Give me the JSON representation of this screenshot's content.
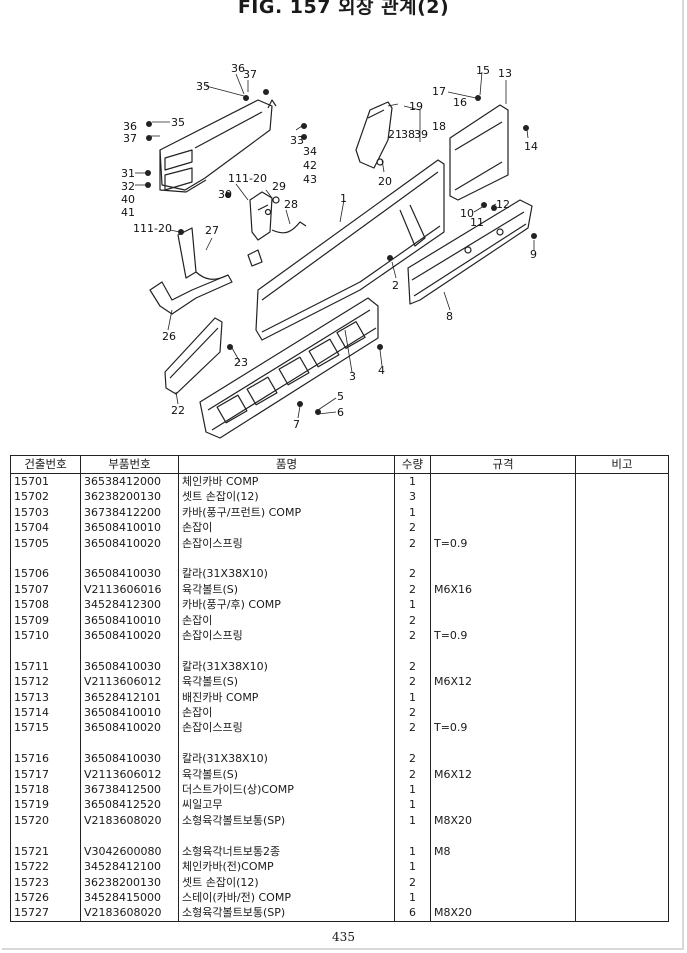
{
  "figure_title": "FIG. 157 외장 관계(2)",
  "callouts": [
    "36",
    "37",
    "35",
    "36",
    "37",
    "35",
    "33",
    "34",
    "42",
    "43",
    "31",
    "32",
    "40",
    "41",
    "30",
    "111-20",
    "29",
    "28",
    "111-20",
    "27",
    "26",
    "23",
    "22",
    "19",
    "18",
    "21",
    "38",
    "39",
    "20",
    "17",
    "15",
    "13",
    "16",
    "14",
    "1",
    "2",
    "3",
    "4",
    "5",
    "6",
    "7",
    "10",
    "11",
    "12",
    "9",
    "8"
  ],
  "table": {
    "headers": [
      "건출번호",
      "부품번호",
      "품명",
      "수량",
      "규격",
      "비고"
    ],
    "rows": [
      {
        "ref": "15701",
        "part": "36538412000",
        "name": "체인카바 COMP",
        "qty": "1",
        "spec": ""
      },
      {
        "ref": "15702",
        "part": "36238200130",
        "name": "셋트 손잡이(12)",
        "qty": "3",
        "spec": ""
      },
      {
        "ref": "15703",
        "part": "36738412200",
        "name": "카바(풍구/프런트) COMP",
        "qty": "1",
        "spec": ""
      },
      {
        "ref": "15704",
        "part": "36508410010",
        "name": "손잡이",
        "qty": "2",
        "spec": ""
      },
      {
        "ref": "15705",
        "part": "36508410020",
        "name": "손잡이스프링",
        "qty": "2",
        "spec": "T=0.9"
      },
      {
        "ref": "",
        "part": "",
        "name": "",
        "qty": "",
        "spec": ""
      },
      {
        "ref": "15706",
        "part": "36508410030",
        "name": "칼라(31X38X10)",
        "qty": "2",
        "spec": ""
      },
      {
        "ref": "15707",
        "part": "V2113606016",
        "name": "육각볼트(S)",
        "qty": "2",
        "spec": "M6X16"
      },
      {
        "ref": "15708",
        "part": "34528412300",
        "name": "카바(풍구/후) COMP",
        "qty": "1",
        "spec": ""
      },
      {
        "ref": "15709",
        "part": "36508410010",
        "name": "손잡이",
        "qty": "2",
        "spec": ""
      },
      {
        "ref": "15710",
        "part": "36508410020",
        "name": "손잡이스프링",
        "qty": "2",
        "spec": "T=0.9"
      },
      {
        "ref": "",
        "part": "",
        "name": "",
        "qty": "",
        "spec": ""
      },
      {
        "ref": "15711",
        "part": "36508410030",
        "name": "칼라(31X38X10)",
        "qty": "2",
        "spec": ""
      },
      {
        "ref": "15712",
        "part": "V2113606012",
        "name": "육각볼트(S)",
        "qty": "2",
        "spec": "M6X12"
      },
      {
        "ref": "15713",
        "part": "36528412101",
        "name": "배진카바 COMP",
        "qty": "1",
        "spec": ""
      },
      {
        "ref": "15714",
        "part": "36508410010",
        "name": "손잡이",
        "qty": "2",
        "spec": ""
      },
      {
        "ref": "15715",
        "part": "36508410020",
        "name": "손잡이스프링",
        "qty": "2",
        "spec": "T=0.9"
      },
      {
        "ref": "",
        "part": "",
        "name": "",
        "qty": "",
        "spec": ""
      },
      {
        "ref": "15716",
        "part": "36508410030",
        "name": "칼라(31X38X10)",
        "qty": "2",
        "spec": ""
      },
      {
        "ref": "15717",
        "part": "V2113606012",
        "name": "육각볼트(S)",
        "qty": "2",
        "spec": "M6X12"
      },
      {
        "ref": "15718",
        "part": "36738412500",
        "name": "더스트가이드(상)COMP",
        "qty": "1",
        "spec": ""
      },
      {
        "ref": "15719",
        "part": "36508412520",
        "name": "씨일고무",
        "qty": "1",
        "spec": ""
      },
      {
        "ref": "15720",
        "part": "V2183608020",
        "name": "소형육각볼트보통(SP)",
        "qty": "1",
        "spec": "M8X20"
      },
      {
        "ref": "",
        "part": "",
        "name": "",
        "qty": "",
        "spec": ""
      },
      {
        "ref": "15721",
        "part": "V3042600080",
        "name": "소형육각너트보통2종",
        "qty": "1",
        "spec": "M8"
      },
      {
        "ref": "15722",
        "part": "34528412100",
        "name": "체인카바(전)COMP",
        "qty": "1",
        "spec": ""
      },
      {
        "ref": "15723",
        "part": "36238200130",
        "name": "셋트 손잡이(12)",
        "qty": "2",
        "spec": ""
      },
      {
        "ref": "15726",
        "part": "34528415000",
        "name": "스테이(카바/전) COMP",
        "qty": "1",
        "spec": ""
      },
      {
        "ref": "15727",
        "part": "V2183608020",
        "name": "소형육각볼트보통(SP)",
        "qty": "6",
        "spec": "M8X20"
      }
    ]
  },
  "page_number": "435"
}
